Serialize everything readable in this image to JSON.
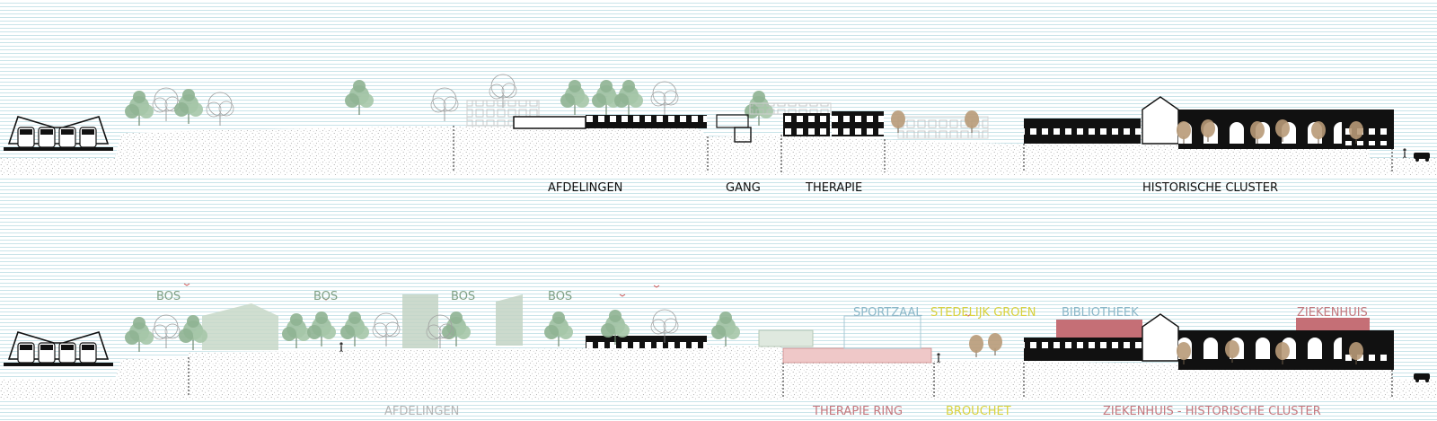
{
  "colors": {
    "sky_lines": "#bcdde4",
    "ground_dots": "#9a9a9a",
    "building_black": "#111111",
    "tree_green": "#8fb392",
    "tree_tan": "#b89a78",
    "label_black": "#111111",
    "label_grey": "#b5b5b5",
    "label_green": "#7e9f84",
    "label_blue": "#8bb7c8",
    "label_yellow": "#d9d23e",
    "label_red": "#c4787e"
  },
  "icons": [
    "train-icon",
    "tree-icon",
    "building-icon",
    "person-icon",
    "car-icon",
    "bird-icon"
  ],
  "existing_section": {
    "labels": {
      "afdelingen": "AFDELINGEN",
      "gang": "GANG",
      "therapie": "THERAPIE",
      "historische_cluster": "HISTORISCHE CLUSTER"
    }
  },
  "proposed_section": {
    "bos_labels": [
      "BOS",
      "BOS",
      "BOS",
      "BOS"
    ],
    "program_labels": {
      "sportzaal": "SPORTZAAL",
      "stedelijk_groen": "STEDELIJK GROEN",
      "bibliotheek": "BIBLIOTHEEK",
      "ziekenhuis": "ZIEKENHUIS"
    },
    "zone_labels": {
      "afdelingen": "AFDELINGEN",
      "therapie_ring": "THERAPIE RING",
      "brouchet": "BROUCHET",
      "ziekenhuis_historische_cluster": "ZIEKENHUIS - HISTORISCHE CLUSTER"
    }
  }
}
